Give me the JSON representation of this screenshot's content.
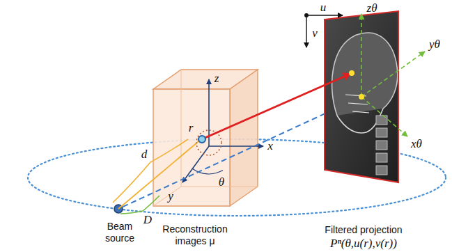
{
  "diagram": {
    "nodes": [
      {
        "text": [
          "Beam source"
        ]
      },
      {
        "text": [
          "Reconstruction images μ"
        ]
      },
      {
        "text": [
          "Filtered projection",
          "Pⁿ(θ,u(r),v(r))"
        ]
      }
    ],
    "edges": [
      {
        "from": 0,
        "to": 2,
        "arrow": "none"
      }
    ],
    "labels": [
      "zθ",
      "u",
      "v",
      "yθ",
      "xθ",
      "z",
      "x",
      "y",
      "r",
      "θ",
      "d",
      "D"
    ]
  }
}
